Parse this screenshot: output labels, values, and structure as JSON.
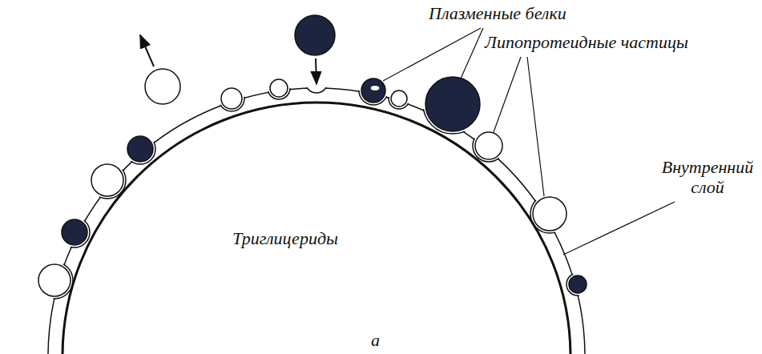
{
  "diagram": {
    "labels": [
      "Плазменные белки",
      "Липопротеидные частицы",
      "Внутренний слой",
      "Триглицериды",
      "а"
    ]
  }
}
